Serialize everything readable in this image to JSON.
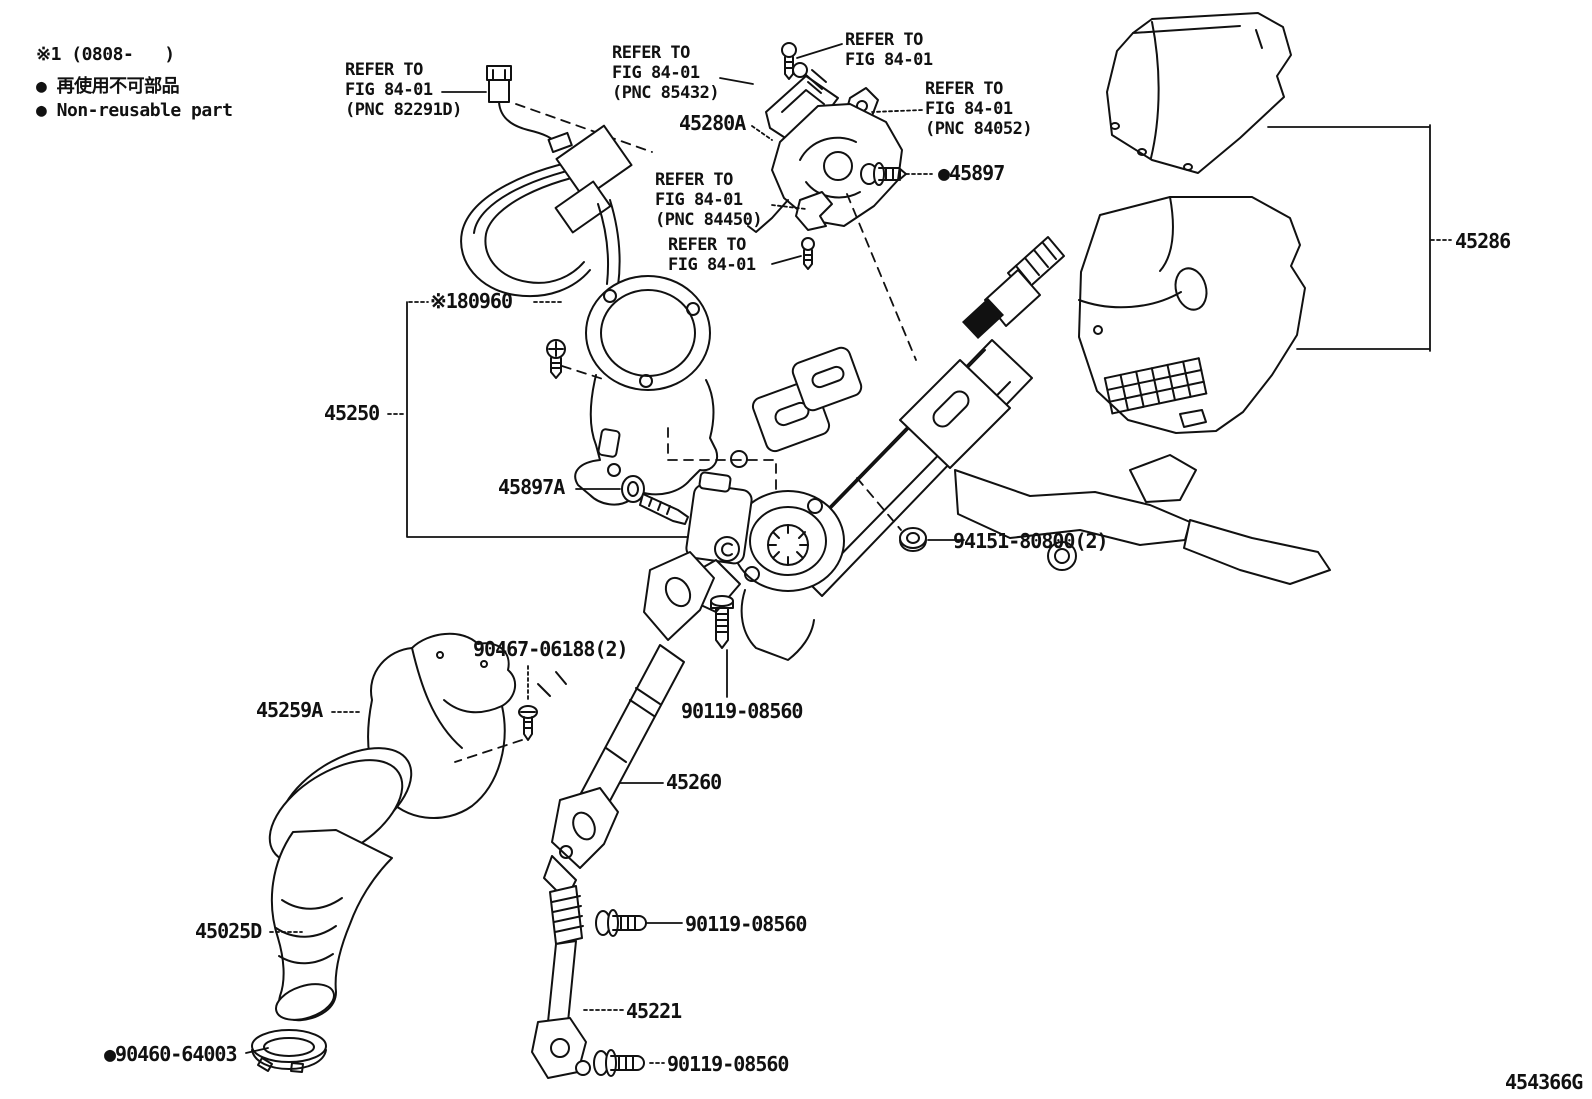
{
  "figure": {
    "code": "454366G"
  },
  "legend": {
    "note1": "※1 (0808-   )",
    "note2": "● 再使用不可部品",
    "note3": "● Non-reusable part"
  },
  "refer_notes": {
    "pnc82291d": "REFER TO\nFIG 84-01\n(PNC 82291D)",
    "pnc85432": "REFER TO\nFIG 84-01\n(PNC 85432)",
    "fig8401_top": "REFER TO\nFIG 84-01",
    "pnc84052": "REFER TO\nFIG 84-01\n(PNC 84052)",
    "pnc84450": "REFER TO\nFIG 84-01\n(PNC 84450)",
    "fig8401_mid": "REFER TO\nFIG 84-01"
  },
  "labels": {
    "p45280a": "45280A",
    "p45897": "●45897",
    "p180960": "※180960",
    "p45250": "45250",
    "p45897a": "45897A",
    "p94151": "94151-80800(2)",
    "p45286": "45286",
    "p90467": "90467-06188(2)",
    "p45259a": "45259A",
    "p90119_upper": "90119-08560",
    "p45260": "45260",
    "p45025d": "45025D",
    "p90119_mid": "90119-08560",
    "p45221": "45221",
    "p90460": "●90460-64003",
    "p90119_lower": "90119-08560"
  },
  "colors": {
    "line": "#111111",
    "background": "#ffffff"
  }
}
